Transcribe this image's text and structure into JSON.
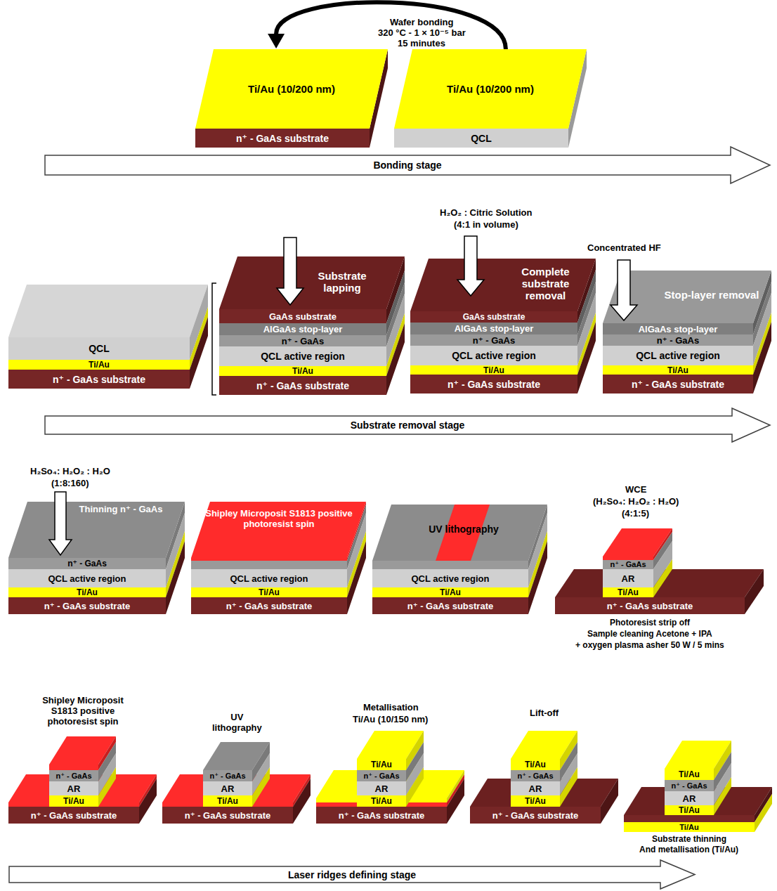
{
  "diagram": {
    "nodes": [
      {
        "text": [
          "Ti/Au (10/200 nm)"
        ]
      },
      {
        "text": [
          "n⁺ - GaAs substrate"
        ]
      },
      {
        "text": [
          "Ti/Au (10/200 nm)"
        ]
      },
      {
        "text": [
          "QCL"
        ]
      },
      {
        "text": [
          "Bonding stage"
        ]
      },
      {
        "text": [
          "QCL"
        ]
      },
      {
        "text": [
          "Ti/Au"
        ]
      },
      {
        "text": [
          "n⁺ - GaAs substrate"
        ]
      },
      {
        "text": [
          "Substrate lapping"
        ]
      },
      {
        "text": [
          "GaAs substrate"
        ]
      },
      {
        "text": [
          "AlGaAs stop-layer"
        ]
      },
      {
        "text": [
          "n⁺ - GaAs"
        ]
      },
      {
        "text": [
          "QCL active region"
        ]
      },
      {
        "text": [
          "Ti/Au"
        ]
      },
      {
        "text": [
          "n⁺ - GaAs substrate"
        ]
      },
      {
        "text": [
          "Complete substrate removal"
        ]
      },
      {
        "text": [
          "GaAs substrate"
        ]
      },
      {
        "text": [
          "AlGaAs stop-layer"
        ]
      },
      {
        "text": [
          "n⁺ - GaAs"
        ]
      },
      {
        "text": [
          "QCL active region"
        ]
      },
      {
        "text": [
          "Ti/Au"
        ]
      },
      {
        "text": [
          "n⁺ - GaAs substrate"
        ]
      },
      {
        "text": [
          "Stop-layer removal"
        ]
      },
      {
        "text": [
          "AlGaAs stop-layer"
        ]
      },
      {
        "text": [
          "n⁺ - GaAs"
        ]
      },
      {
        "text": [
          "QCL active region"
        ]
      },
      {
        "text": [
          "Ti/Au"
        ]
      },
      {
        "text": [
          "n⁺ - GaAs substrate"
        ]
      },
      {
        "text": [
          "Substrate removal stage"
        ]
      },
      {
        "text": [
          "Thinning n⁺ - GaAs"
        ]
      },
      {
        "text": [
          "n⁺ - GaAs"
        ]
      },
      {
        "text": [
          "QCL active region"
        ]
      },
      {
        "text": [
          "Ti/Au"
        ]
      },
      {
        "text": [
          "n⁺ - GaAs substrate"
        ]
      },
      {
        "text": [
          "Shipley Microposit S1813 positive photoresist spin"
        ]
      },
      {
        "text": [
          "QCL active region"
        ]
      },
      {
        "text": [
          "Ti/Au"
        ]
      },
      {
        "text": [
          "n⁺ - GaAs substrate"
        ]
      },
      {
        "text": [
          "UV lithography"
        ]
      },
      {
        "text": [
          "QCL active region"
        ]
      },
      {
        "text": [
          "Ti/Au"
        ]
      },
      {
        "text": [
          "n⁺ - GaAs substrate"
        ]
      },
      {
        "text": [
          "n⁺ - GaAs"
        ]
      },
      {
        "text": [
          "AR"
        ]
      },
      {
        "text": [
          "Ti/Au"
        ]
      },
      {
        "text": [
          "n⁺ - GaAs substrate"
        ]
      },
      {
        "text": [
          "n⁺ - GaAs"
        ]
      },
      {
        "text": [
          "AR"
        ]
      },
      {
        "text": [
          "Ti/Au"
        ]
      },
      {
        "text": [
          "n⁺ - GaAs substrate"
        ]
      },
      {
        "text": [
          "n⁺ - GaAs"
        ]
      },
      {
        "text": [
          "AR"
        ]
      },
      {
        "text": [
          "Ti/Au"
        ]
      },
      {
        "text": [
          "n⁺ - GaAs substrate"
        ]
      },
      {
        "text": [
          "Ti/Au"
        ]
      },
      {
        "text": [
          "n⁺ - GaAs"
        ]
      },
      {
        "text": [
          "AR"
        ]
      },
      {
        "text": [
          "Ti/Au"
        ]
      },
      {
        "text": [
          "n⁺ - GaAs substrate"
        ]
      },
      {
        "text": [
          "Ti/Au"
        ]
      },
      {
        "text": [
          "n⁺ - GaAs"
        ]
      },
      {
        "text": [
          "AR"
        ]
      },
      {
        "text": [
          "Ti/Au"
        ]
      },
      {
        "text": [
          "n⁺ - GaAs substrate"
        ]
      },
      {
        "text": [
          "Ti/Au"
        ]
      },
      {
        "text": [
          "n⁺ - GaAs"
        ]
      },
      {
        "text": [
          "AR"
        ]
      },
      {
        "text": [
          "Ti/Au"
        ]
      },
      {
        "text": [
          "Ti/Au"
        ]
      },
      {
        "text": [
          "Laser ridges defining stage"
        ]
      }
    ],
    "edges": [
      {
        "from": 2,
        "to": 0,
        "arrow": "to"
      }
    ],
    "labels": [
      "Wafer bonding",
      "320 °C - 1 × 10⁻⁵ bar",
      "15 minutes",
      "H₂O₂ : Citric Solution",
      "(4:1 in volume)",
      "Concentrated HF",
      "H₂So₄: H₂O₂ : H₂O",
      "(1:8:160)",
      "WCE",
      "(H₂So₄: H₂O₂ : H₂O)",
      "(4:1:5)",
      "Photoresist strip off",
      "Sample cleaning Acetone + IPA",
      "+ oxygen plasma asher 50 W / 5 mins",
      "Shipley Microposit S1813 positive photoresist spin",
      "UV lithography",
      "Metallisation",
      "Ti/Au (10/150 nm)",
      "Lift-off",
      "Substrate thinning",
      "And metallisation (Ti/Au)"
    ]
  }
}
